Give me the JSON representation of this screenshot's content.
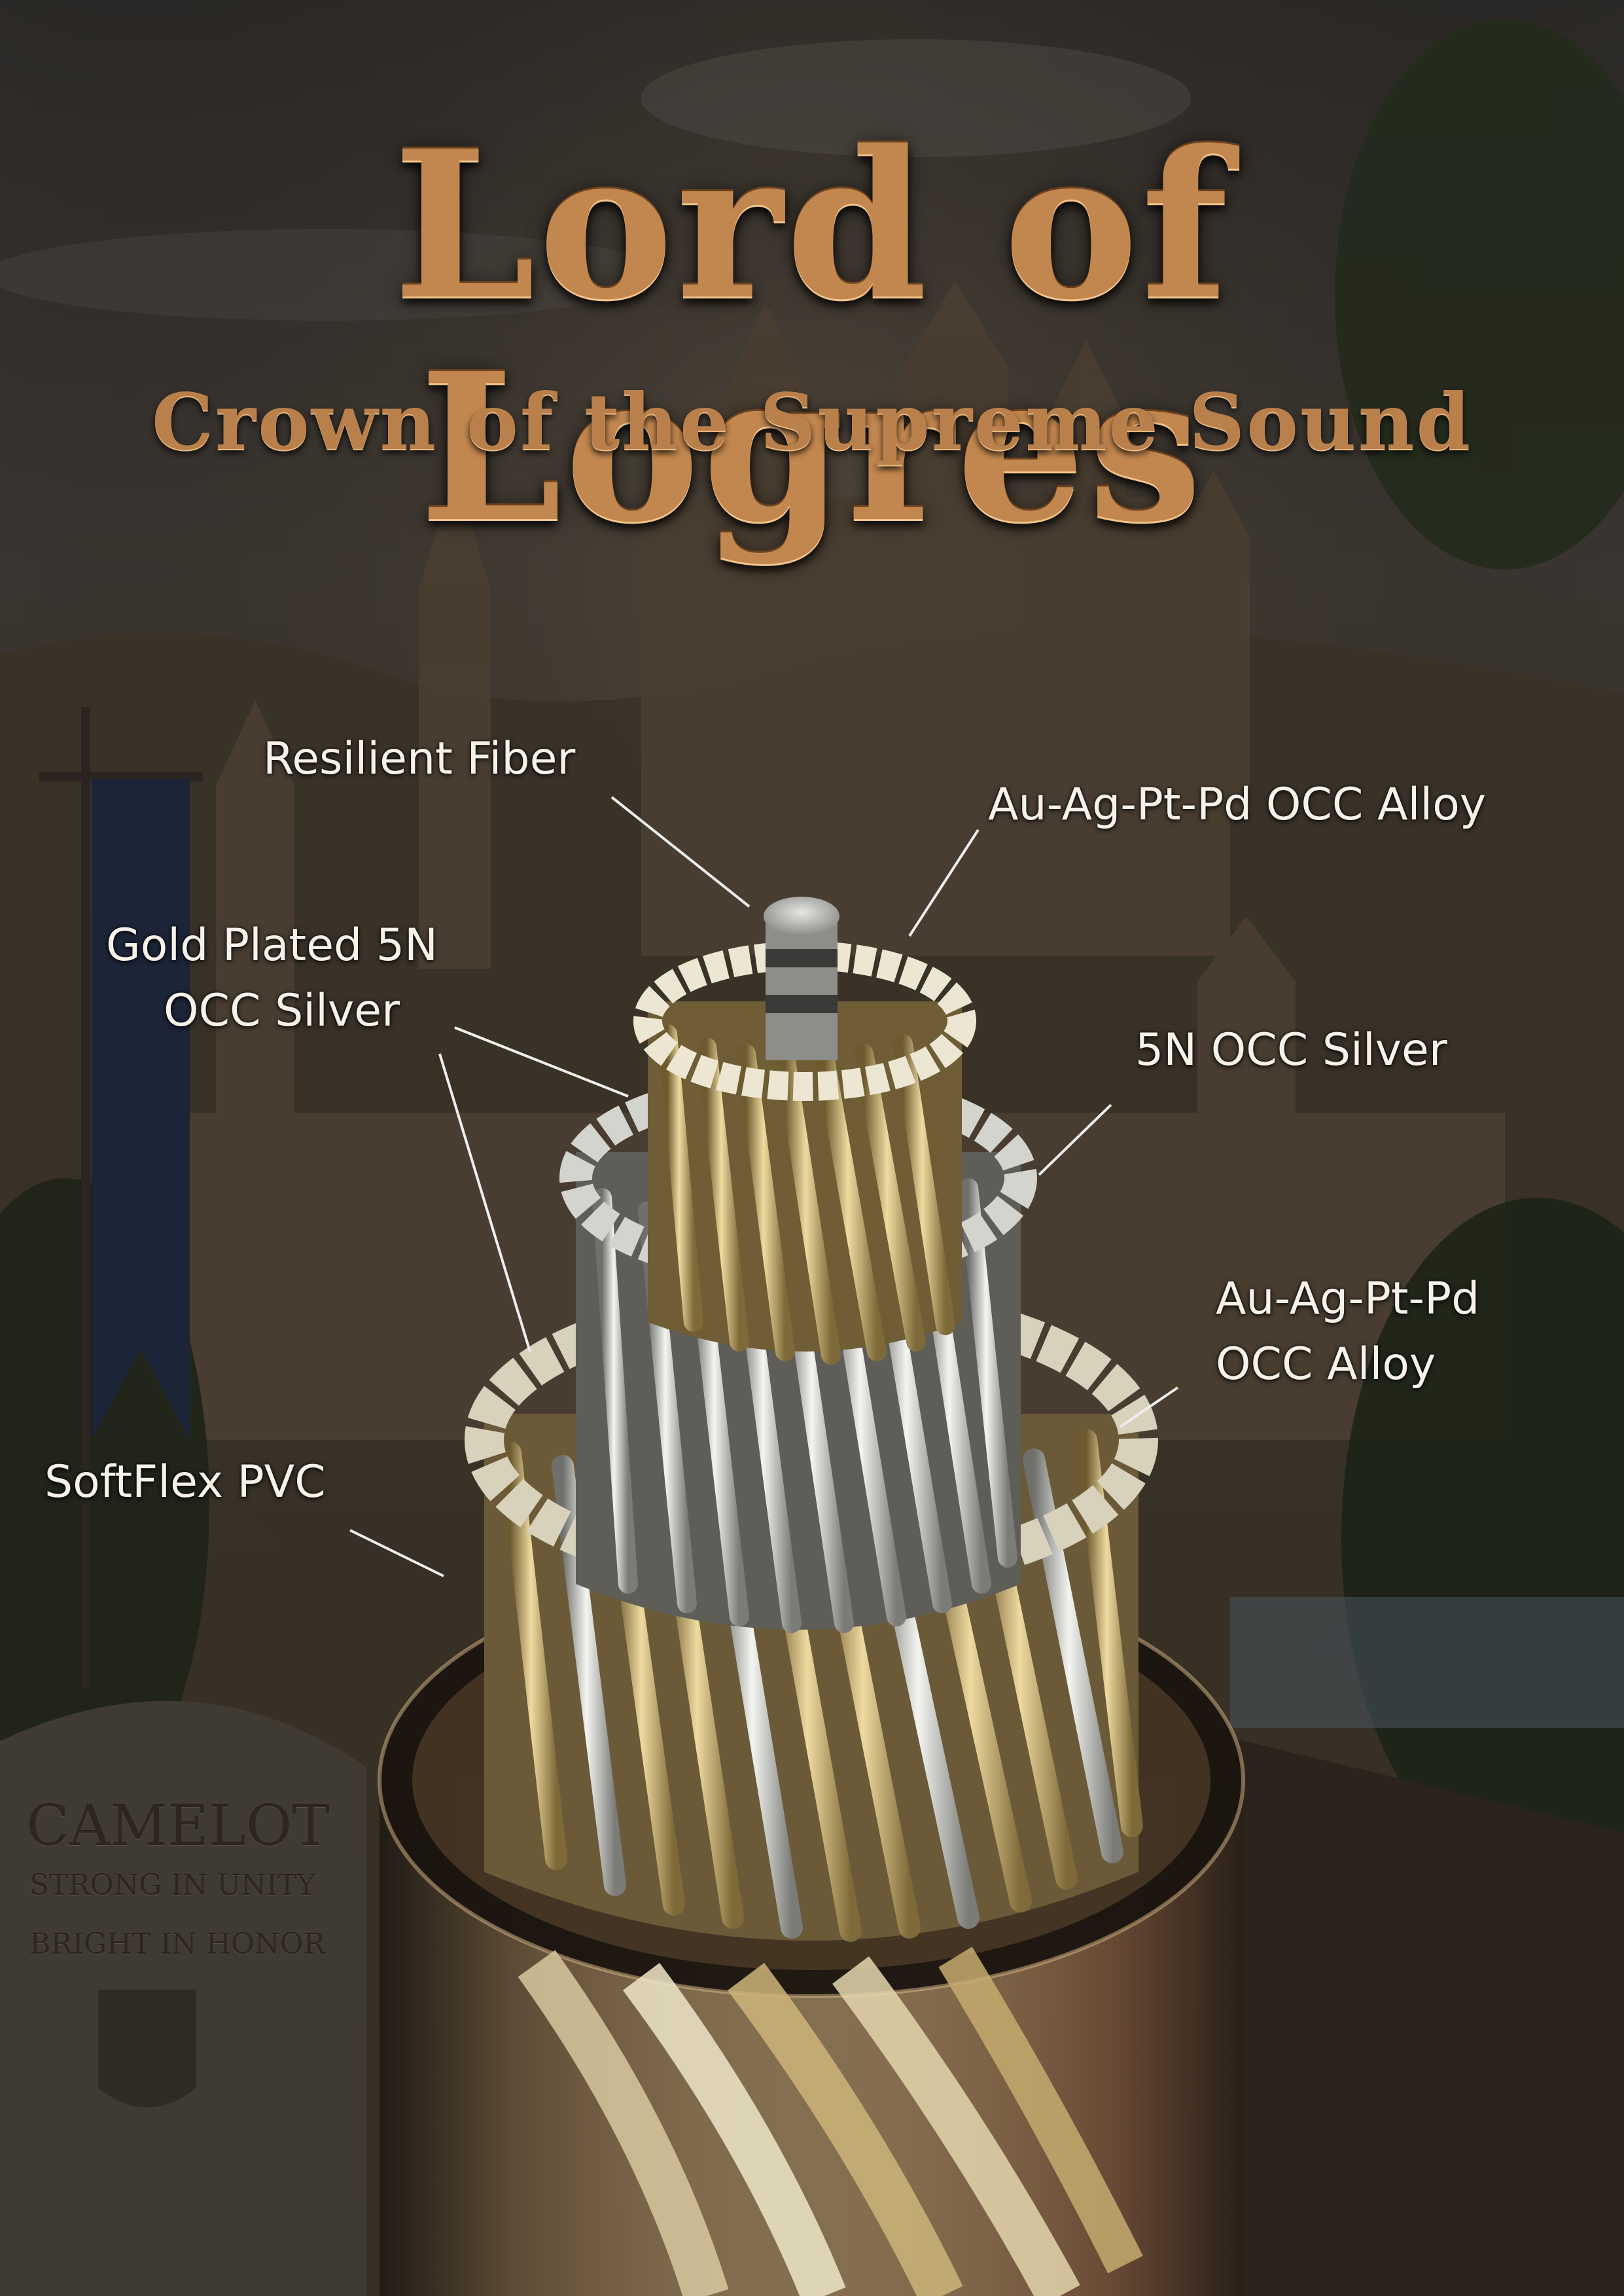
{
  "poster": {
    "title": "Lord of Logres",
    "subtitle": "Crown of the Supreme Sound"
  },
  "labels": {
    "resilient_fiber": "Resilient Fiber",
    "inner_alloy": "Au-Ag-Pt-Pd OCC Alloy",
    "gold_plated_line1": "Gold Plated 5N",
    "gold_plated_line2": "OCC Silver",
    "silver_5n": "5N OCC Silver",
    "outer_alloy_line1": "Au-Ag-Pt-Pd",
    "outer_alloy_line2": "OCC Alloy",
    "softflex": "SoftFlex PVC"
  },
  "stone": {
    "line1": "CAMELOT",
    "line2": "STRONG IN UNITY",
    "line3": "BRIGHT IN HONOR"
  },
  "colors": {
    "title_bronze": "#c2874e",
    "label_white": "#f6f2ea",
    "gold_wire": "#d2bb7f",
    "silver_wire": "#dcdcd8",
    "pvc_jacket": "#8a6a44"
  }
}
